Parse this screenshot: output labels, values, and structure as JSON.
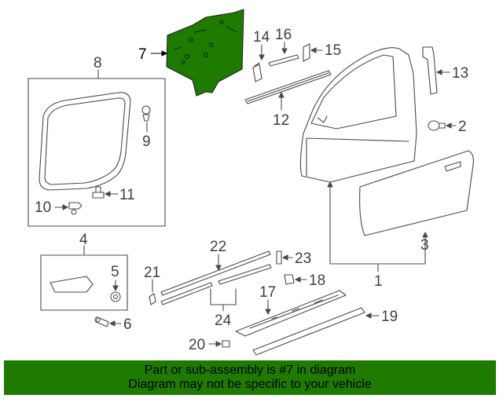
{
  "diagram": {
    "highlighted_part": "7",
    "highlight_color": "#1f7a00",
    "line_color": "#4a4a4a",
    "callouts": {
      "c1": "1",
      "c2": "2",
      "c3": "3",
      "c4": "4",
      "c5": "5",
      "c6": "6",
      "c7": "7",
      "c8": "8",
      "c9": "9",
      "c10": "10",
      "c11": "11",
      "c12": "12",
      "c13": "13",
      "c14": "14",
      "c15": "15",
      "c16": "16",
      "c17": "17",
      "c18": "18",
      "c19": "19",
      "c20": "20",
      "c21": "21",
      "c22": "22",
      "c23": "23",
      "c24": "24"
    }
  },
  "banner": {
    "line1": "Part or sub-assembly is #7 in diagram",
    "line2": "Diagram may not be specific to your vehicle",
    "background": "#1f7a00"
  }
}
